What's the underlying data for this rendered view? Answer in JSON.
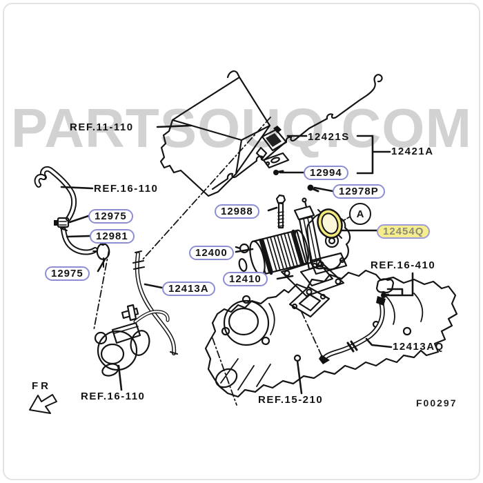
{
  "watermark": "PARTSOUQ.COM",
  "diagram_code": "F00297",
  "direction_indicator": "FR",
  "detail_marker": "A",
  "colors": {
    "highlight_fill": "#f6ee8d",
    "highlight_part_fill": "#f3e97e",
    "label_border": "#8d8dd3",
    "watermark_gray": "#d2d2d2",
    "line_black": "#141414"
  },
  "labels": {
    "ref_11_110": "REF.11-110",
    "ref_16_110_top": "REF.16-110",
    "ref_16_110_bottom": "REF.16-110",
    "ref_16_410": "REF.16-410",
    "ref_15_210": "REF.15-210",
    "p12421s": "12421S",
    "p12421a": "12421A",
    "p12994": "12994",
    "p12978p": "12978P",
    "p12988": "12988",
    "p12454q": "12454Q",
    "p12400": "12400",
    "p12410": "12410",
    "p12975_upper": "12975",
    "p12981": "12981",
    "p12975_lower": "12975",
    "p12413a": "12413A",
    "p12413aq": "12413AQ"
  }
}
